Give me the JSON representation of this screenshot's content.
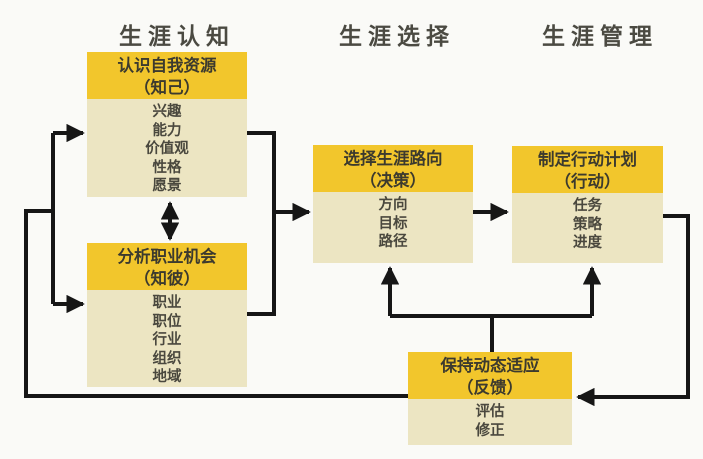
{
  "diagram": {
    "title": "career-planning-flow",
    "columns": [
      {
        "label": "生涯认知"
      },
      {
        "label": "生涯选择"
      },
      {
        "label": "生涯管理"
      }
    ],
    "boxes": {
      "self": {
        "title": "认识自我资源",
        "subtitle": "（知己）",
        "items": [
          "兴趣",
          "能力",
          "价值观",
          "性格",
          "愿景"
        ]
      },
      "opportunity": {
        "title": "分析职业机会",
        "subtitle": "（知彼）",
        "items": [
          "职业",
          "职位",
          "行业",
          "组织",
          "地域"
        ]
      },
      "choice": {
        "title": "选择生涯路向",
        "subtitle": "（决策）",
        "items": [
          "方向",
          "目标",
          "路径"
        ]
      },
      "action": {
        "title": "制定行动计划",
        "subtitle": "（行动）",
        "items": [
          "任务",
          "策略",
          "进度"
        ]
      },
      "feedback": {
        "title": "保持动态适应",
        "subtitle": "（反馈）",
        "items": [
          "评估",
          "修正"
        ]
      }
    },
    "connections": [
      {
        "from": "self",
        "to": "opportunity",
        "type": "double-headed"
      },
      {
        "from": "self+opportunity",
        "to": "choice",
        "type": "merge-arrow"
      },
      {
        "from": "choice",
        "to": "action",
        "type": "arrow"
      },
      {
        "from": "action",
        "to": "feedback",
        "type": "loop-right"
      },
      {
        "from": "feedback",
        "to": "choice",
        "type": "arrow-up"
      },
      {
        "from": "feedback",
        "to": "action",
        "type": "arrow-up"
      },
      {
        "from": "feedback",
        "to": "self+opportunity",
        "type": "loop-left"
      }
    ],
    "colors": {
      "header_fill": "#f2c62c",
      "body_fill": "#ece5c2",
      "arrow": "#161616",
      "title_text": "#4b4a42",
      "background": "#fafaf7"
    }
  }
}
